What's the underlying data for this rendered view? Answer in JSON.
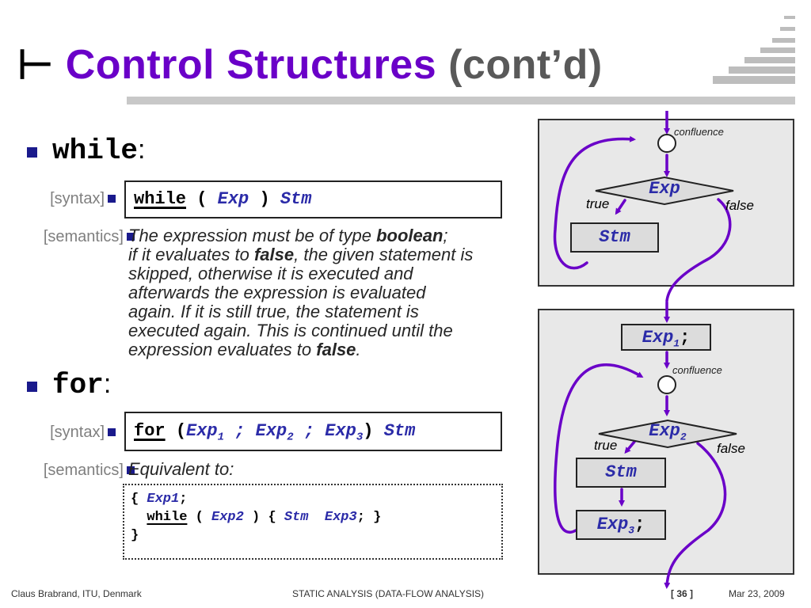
{
  "title": {
    "turnstile": "⊢",
    "main": "Control Structures",
    "sub": "(cont’d)"
  },
  "while_section": {
    "keyword": "while",
    "colon": ":",
    "syntax_tag": "[syntax]",
    "semantics_tag": "[semantics]",
    "syntax": {
      "kw": "while",
      "open": "(",
      "exp": "Exp",
      "close": ")",
      "stm": "Stm"
    },
    "semantics": {
      "l1a": "The expression must be of type ",
      "l1b": "boolean",
      "l1c": ";",
      "l2a": "if it evaluates to ",
      "l2b": "false",
      "l2c": ", the given statement is",
      "l3": "skipped, otherwise it is executed and",
      "l4": "afterwards the expression is evaluated",
      "l5": "again. If it is still true, the statement is",
      "l6": "executed again. This is continued until the",
      "l7a": "expression evaluates to ",
      "l7b": "false",
      "l7c": "."
    }
  },
  "for_section": {
    "keyword": "for",
    "colon": ":",
    "syntax_tag": "[syntax]",
    "semantics_tag": "[semantics]",
    "syntax": {
      "kw": "for",
      "open": "(",
      "exp": "Exp",
      "sub1": "1",
      "semi": ";",
      "sub2": "2",
      "sub3": "3",
      "close": ")",
      "stm": "Stm"
    },
    "semantics_text": "Equivalent to:",
    "code": {
      "l1_open": "{",
      "l1_exp": "Exp1",
      "l1_semi": ";",
      "l2_while": "while",
      "l2_open": "(",
      "l2_exp": "Exp2",
      "l2_mid": ") {",
      "l2_stm": "Stm",
      "l2_exp3": "Exp3",
      "l2_end": "; }",
      "l3": "}"
    }
  },
  "diagram_while": {
    "confluence": "confluence",
    "exp": "Exp",
    "true_label": "true",
    "false_label": "false",
    "stm": "Stm"
  },
  "diagram_for": {
    "exp1": "Exp",
    "exp1_sub": "1",
    "exp1_semi": ";",
    "confluence": "confluence",
    "exp2": "Exp",
    "exp2_sub": "2",
    "true_label": "true",
    "false_label": "false",
    "stm": "Stm",
    "exp3": "Exp",
    "exp3_sub": "3",
    "exp3_semi": ";"
  },
  "footer": {
    "author": "Claus Brabrand, ITU, Denmark",
    "course": "STATIC ANALYSIS (DATA-FLOW ANALYSIS)",
    "page": "[ 36 ]",
    "date": "Mar 23, 2009"
  },
  "colors": {
    "accent": "#6a00c8",
    "arrow": "#6a00c8",
    "bullet": "#1a1a8c",
    "code_blue": "#2b2ba8"
  }
}
